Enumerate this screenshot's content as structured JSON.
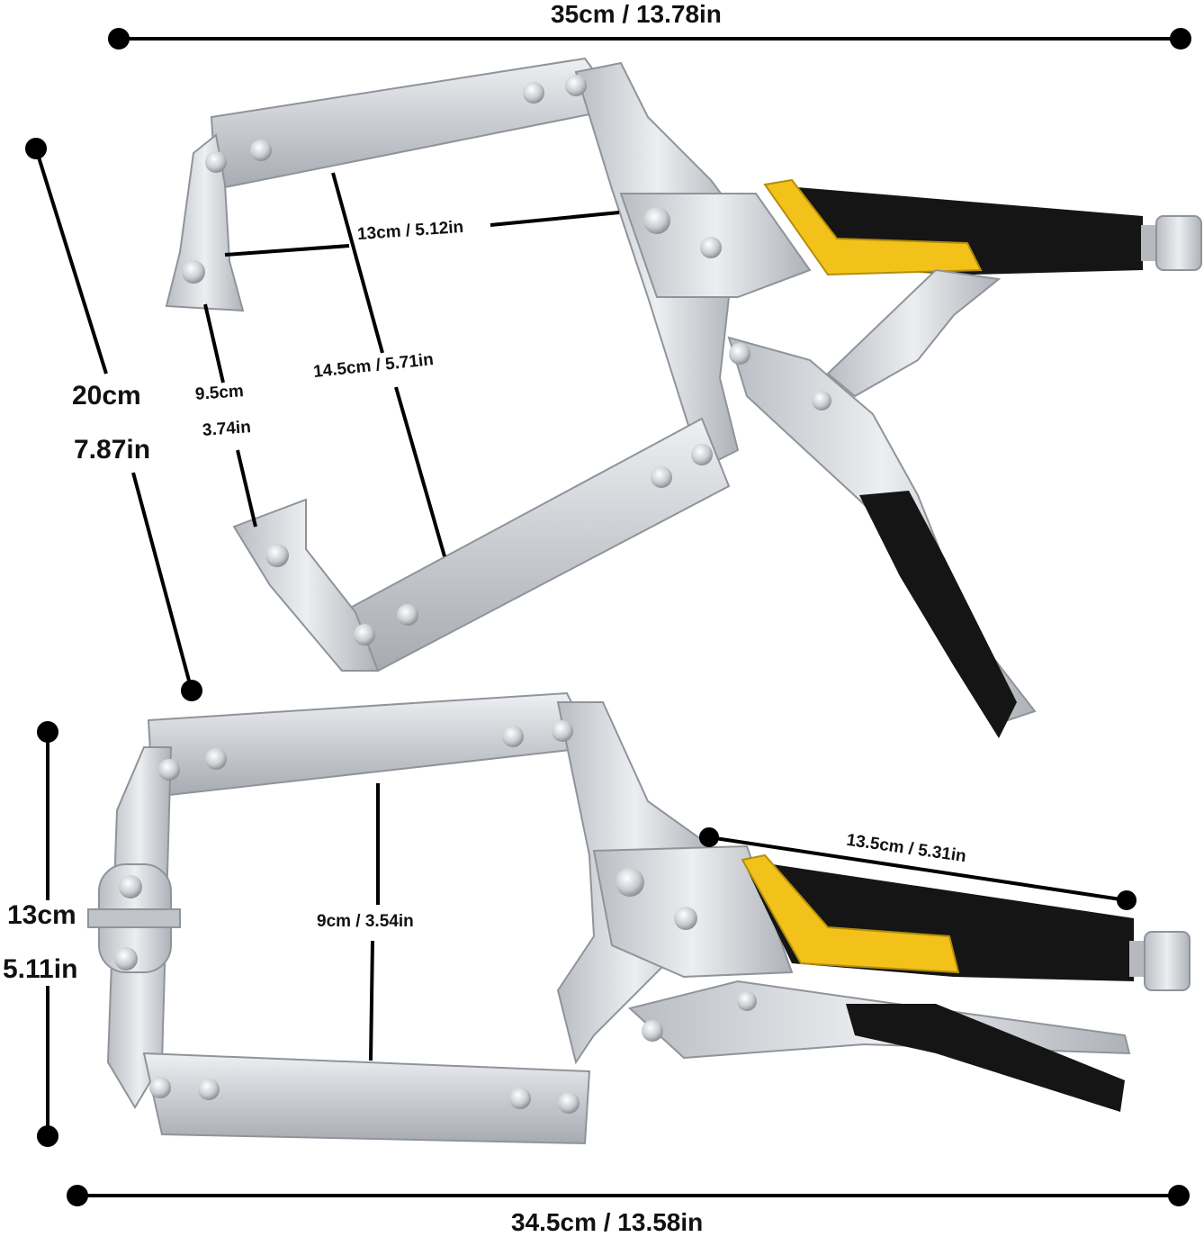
{
  "labels": {
    "top_overall_length": "35cm / 13.78in",
    "top_overall_height_cm": "20cm",
    "top_overall_height_in": "7.87in",
    "top_jaw_opening_cm": "9.5cm",
    "top_jaw_opening_in": "3.74in",
    "top_throat_depth": "14.5cm / 5.71in",
    "top_frame_width": "13cm / 5.12in",
    "bottom_overall_height_cm": "13cm",
    "bottom_overall_height_in": "5.11in",
    "bottom_throat_depth": "9cm / 3.54in",
    "bottom_handle_length": "13.5cm / 5.31in",
    "bottom_overall_length": "34.5cm / 13.58in"
  },
  "colors": {
    "steel": "#d3d6da",
    "steel_dark": "#8f949b",
    "grip_yellow": "#f3c21a",
    "grip_black": "#151515",
    "line": "#000000"
  },
  "icons": [
    "c-clamp-locking-pliers-icon",
    "c-clamp-locking-pliers-icon"
  ]
}
